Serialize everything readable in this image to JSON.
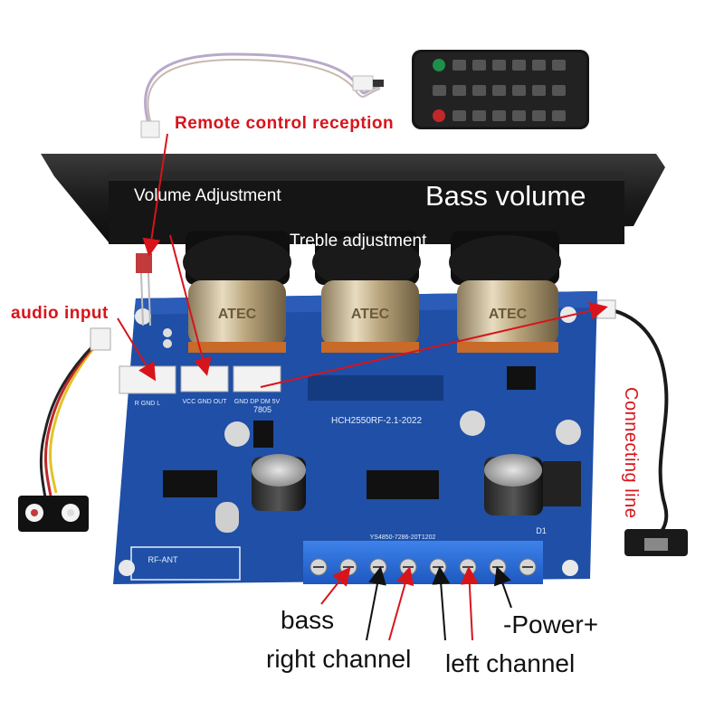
{
  "labels": {
    "remote_control": "Remote control reception",
    "volume_adjustment": "Volume Adjustment",
    "bass_volume": "Bass volume",
    "treble_adjustment": "Treble adjustment",
    "audio_input": "audio input",
    "connecting_line": "Connecting line",
    "bass": "bass",
    "right_channel": "right channel",
    "left_channel": "left channel",
    "power": "-Power+"
  },
  "board_text": {
    "model": "HCH2550RF-2.1-2022",
    "pot_marking": "ATEC",
    "regulator": "7805",
    "antenna": "RF-ANT",
    "pin_row_1": "R GND L",
    "pin_row_2": "VCC GND OUT",
    "pin_row_3": "GND DP DM 5V",
    "terminal_silk": "YS4850-7286-20T1202",
    "d1": "D1"
  },
  "colors": {
    "pcb": "#1f4fa6",
    "panel": "#1a1a1a",
    "terminal": "#2a6ed8",
    "label_red": "#d8141b",
    "arrow_red": "#d8141b"
  }
}
